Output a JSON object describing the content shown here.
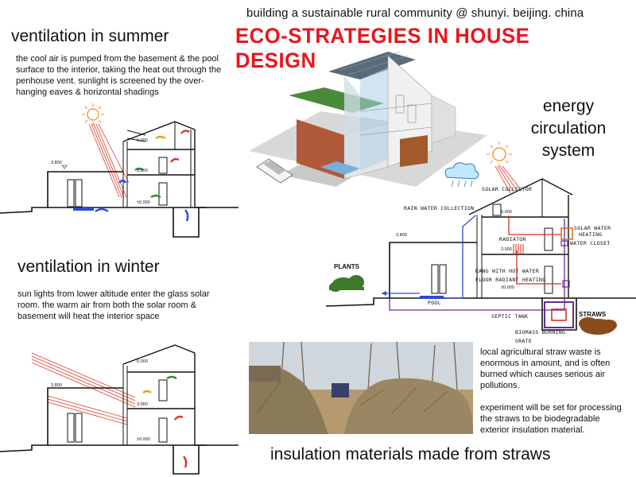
{
  "header": {
    "subtitle": "building a sustainable rural community @ shunyi. beijing. china",
    "title": "ECO-STRATEGIES IN HOUSE DESIGN"
  },
  "summer": {
    "title": "ventilation in summer",
    "text": "the cool air is pumped from the basement & the pool surface to the interior, taking the heat out through the penhouse vent. sunlight is screened by the over-hanging eaves & horizontal shadings",
    "levels": [
      "6.000",
      "3.000",
      "±0.000",
      "3.800"
    ]
  },
  "winter": {
    "title": "ventilation in winter",
    "text": "sun lights from lower altitude enter the glass solar room. the warm air from both the solar room & basement will heat the interior space",
    "levels": [
      "6.000",
      "3.000",
      "±0.000",
      "3.800"
    ]
  },
  "energy": {
    "title": "energy circulation system",
    "labels": {
      "solar_collector": "SOLAR COLLECTOR",
      "rain_water": "RAIN WATER COLLECTION",
      "solar_water_heating_1": "SOLAR WATER",
      "solar_water_heating_2": "HEATING",
      "radiator": "RADIATOR",
      "water_closet": "WATER CLOSET",
      "plants": "PLANTS",
      "kang": "KANG WITH HOT WATER",
      "floor_heating": "FLOOR RADIANT HEATING",
      "pool": "POOL",
      "septic_tank": "SEPTIC TANK",
      "straws": "STRAWS",
      "biomass_1": "BIOMASS BURNING",
      "biomass_2": "GRATE"
    },
    "levels": [
      "6.000",
      "3.000",
      "±0.000",
      "3.800"
    ]
  },
  "straw": {
    "text1": "local agricultural straw waste is enormous in amount, and is often burned which causes serious air pollutions.",
    "text2": "experiment will be set for processing the straws to be biodegradable exterior insulation material.",
    "caption": "insulation materials made from straws"
  },
  "colors": {
    "title_red": "#e8161c",
    "sun_orange": "#f08a1a",
    "ray_red": "#e03a2a",
    "pipe_blue": "#2b4bd8",
    "pipe_purple": "#6a2a9a",
    "plant_green": "#3a7a2a",
    "straw_brown": "#8a4a1a"
  }
}
